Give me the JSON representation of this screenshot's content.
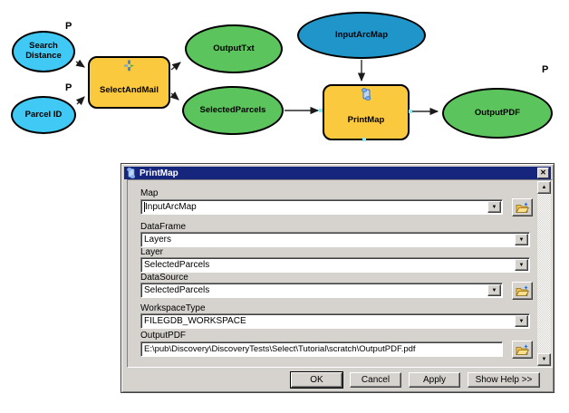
{
  "diagram": {
    "param_marker": "P",
    "nodes": {
      "search_distance": {
        "label": "Search Distance",
        "type": "input-variable",
        "has_p": true
      },
      "parcel_id": {
        "label": "Parcel ID",
        "type": "input-variable",
        "has_p": true
      },
      "select_and_mail": {
        "label": "SelectAndMail",
        "type": "model-tool"
      },
      "output_txt": {
        "label": "OutputTxt",
        "type": "derived-data"
      },
      "selected_parcels": {
        "label": "SelectedParcels",
        "type": "derived-data"
      },
      "input_arcmap": {
        "label": "InputArcMap",
        "type": "data-variable"
      },
      "print_map": {
        "label": "PrintMap",
        "type": "script-tool"
      },
      "output_pdf": {
        "label": "OutputPDF",
        "type": "derived-data",
        "has_p": true
      }
    },
    "colors": {
      "input_variable": "#3fc9f4",
      "data_variable": "#2095c9",
      "derived_data": "#5cc45c",
      "tool": "#fbc93d"
    }
  },
  "dialog": {
    "title": "PrintMap",
    "title_bar_color": "#16267c",
    "close_glyph": "✕",
    "fields": [
      {
        "label": "Map",
        "value": "InputArcMap",
        "control": "combobox",
        "browse": true
      },
      {
        "label": "DataFrame",
        "value": "Layers",
        "control": "combobox",
        "browse": false
      },
      {
        "label": "Layer",
        "value": "SelectedParcels",
        "control": "combobox",
        "browse": false
      },
      {
        "label": "DataSource",
        "value": "SelectedParcels",
        "control": "combobox",
        "browse": true
      },
      {
        "label": "WorkspaceType",
        "value": "FILEGDB_WORKSPACE",
        "control": "combobox",
        "browse": false
      },
      {
        "label": "OutputPDF",
        "value": "E:\\pub\\Discovery\\DiscoveryTests\\Select\\Tutorial\\scratch\\OutputPDF.pdf",
        "control": "textbox",
        "browse": true
      }
    ],
    "buttons": [
      {
        "label": "OK"
      },
      {
        "label": "Cancel"
      },
      {
        "label": "Apply"
      },
      {
        "label": "Show Help >>"
      }
    ],
    "scroll_up_glyph": "▲",
    "scroll_down_glyph": "▼",
    "dropdown_glyph": "▼"
  }
}
